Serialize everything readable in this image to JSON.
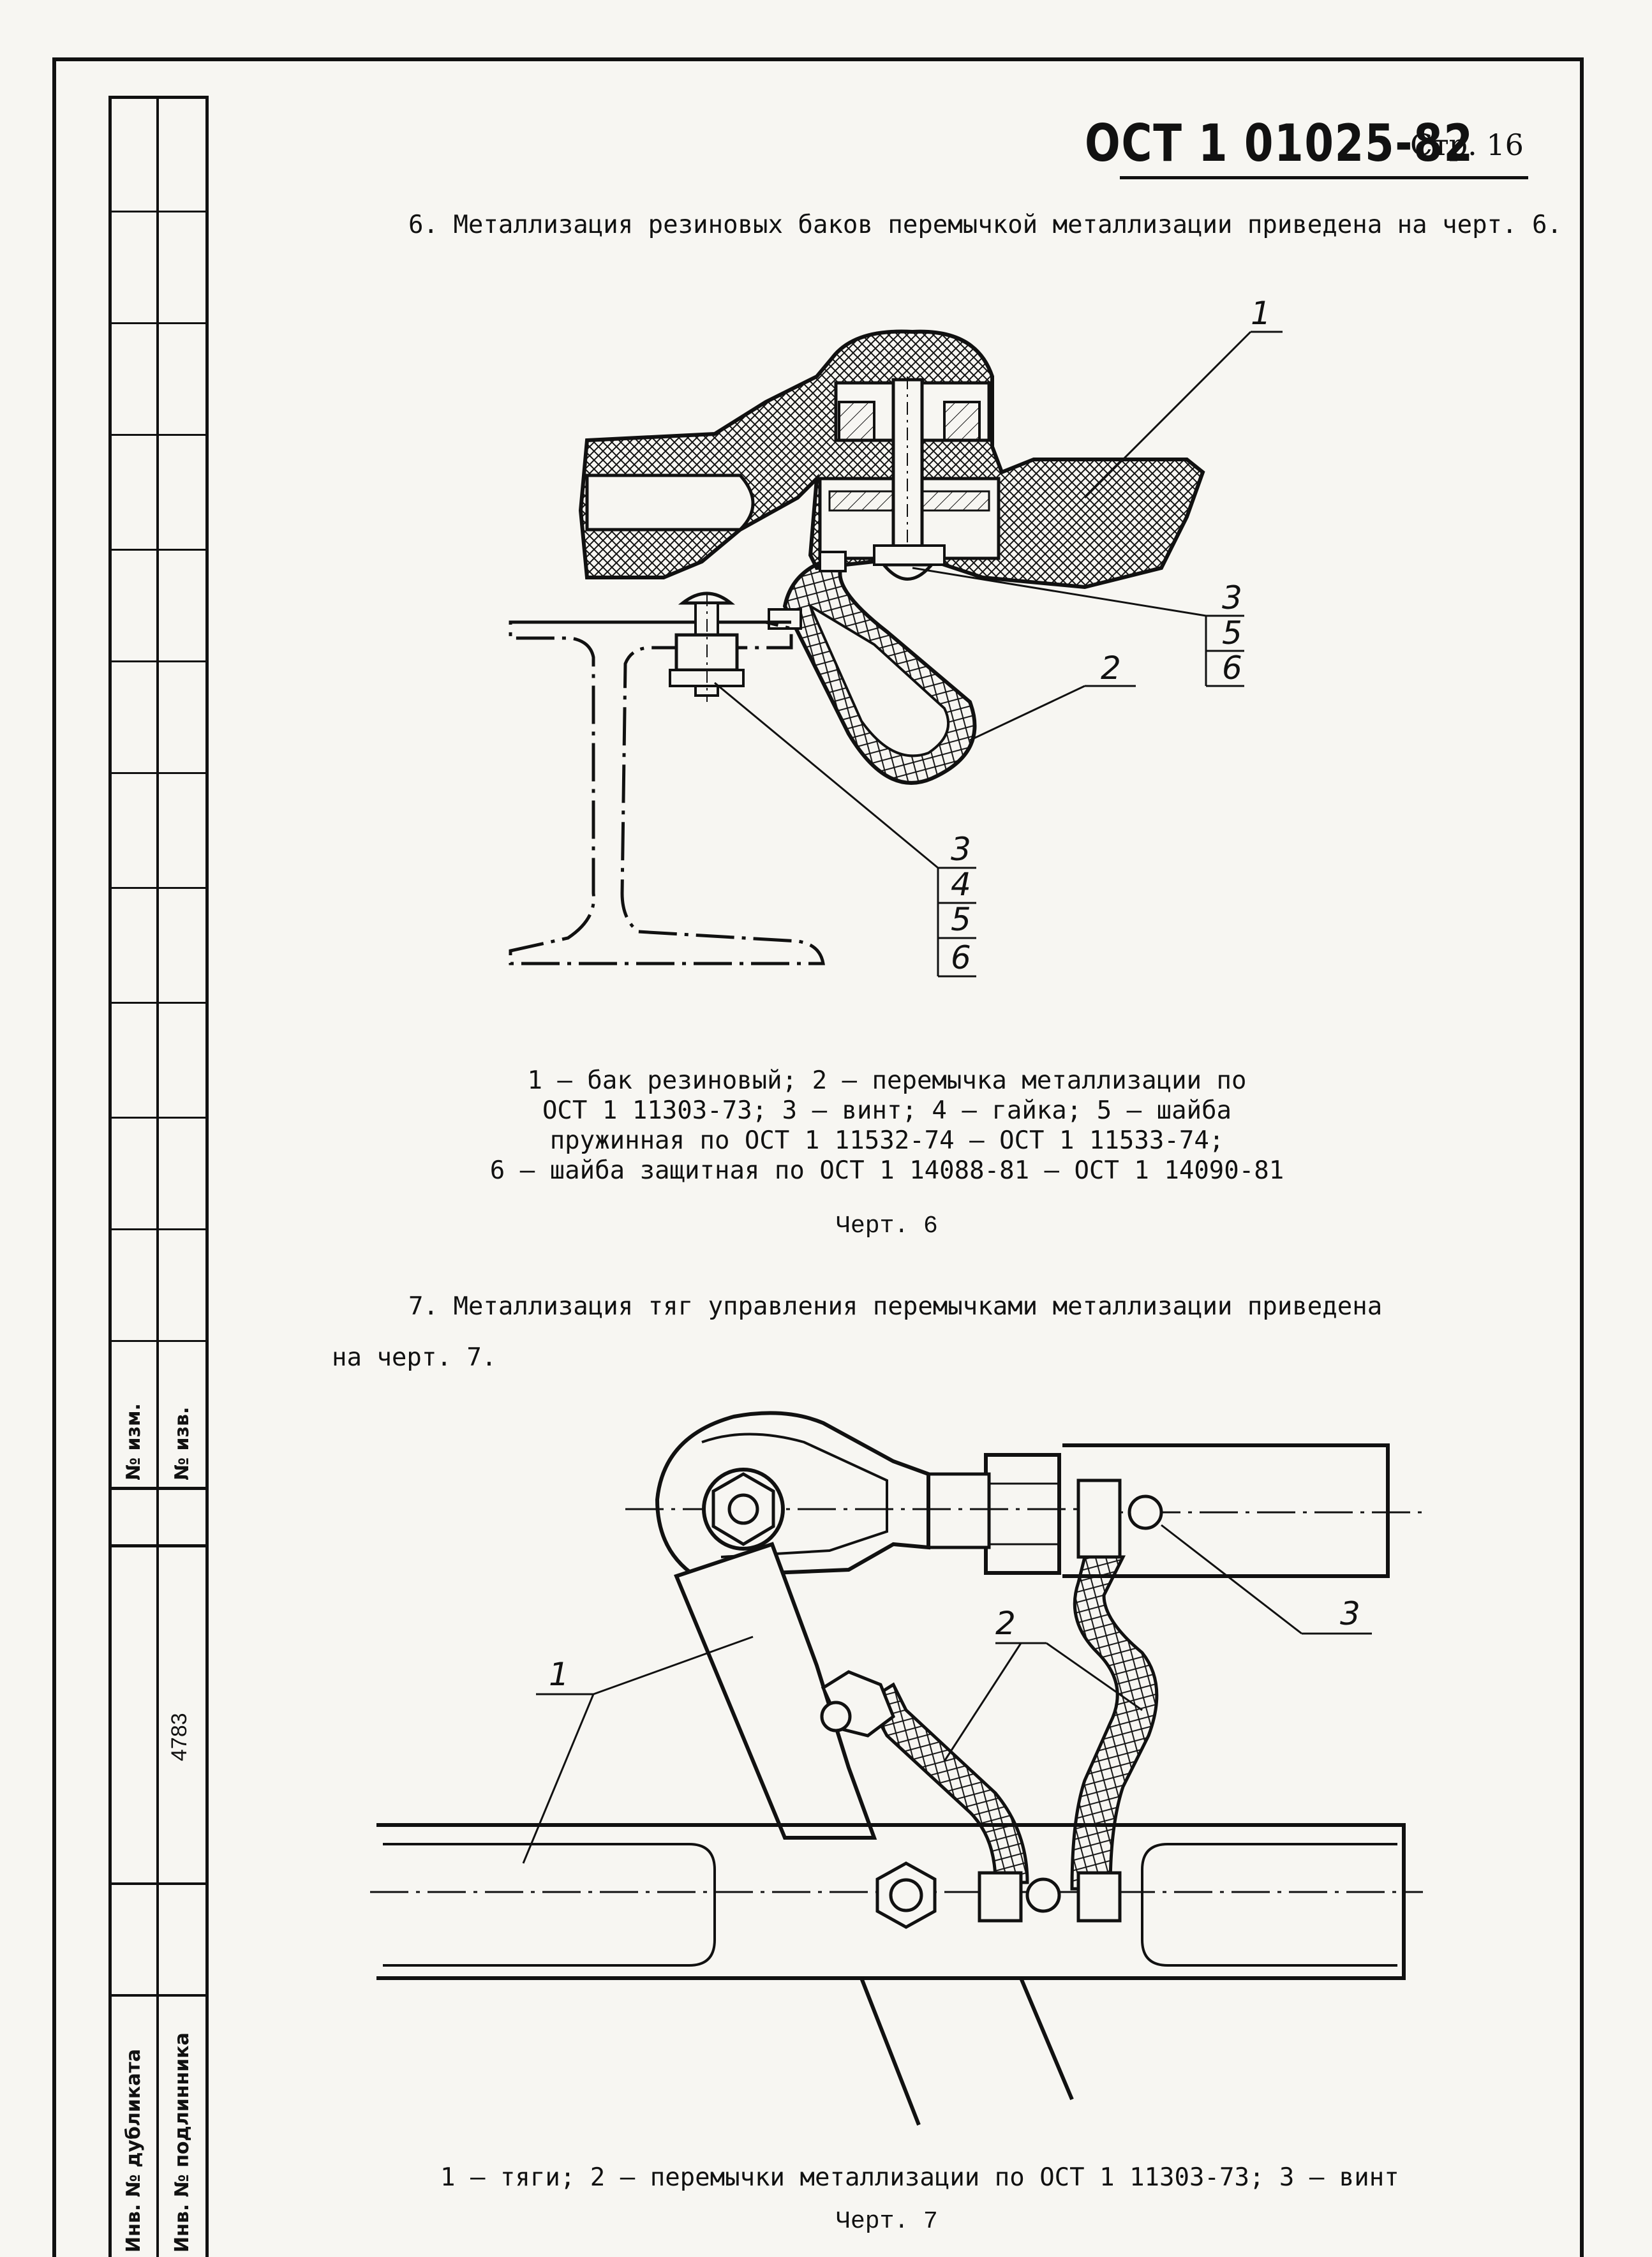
{
  "header": {
    "doc_code": "ОСТ 1 01025-82",
    "page_label": "Стр. 16"
  },
  "stamp": {
    "change_no": "№ изм.",
    "notice_no": "№ изв.",
    "inv_no": "4783",
    "inv_duplicate": "Инв. № дубликата",
    "inv_original": "Инв. № подлинника"
  },
  "section6": {
    "text": "6. Металлизация резиновых баков перемычкой металлизации приведена на черт. 6."
  },
  "figure6": {
    "callouts": {
      "c1": "1",
      "c2": "2",
      "stack_a": [
        "3",
        "5",
        "6"
      ],
      "stack_b": [
        "3",
        "4",
        "5",
        "6"
      ]
    },
    "caption_lines": [
      "1 – бак резиновый; 2 – перемычка металлизации по",
      "ОСТ 1 11303-73; 3 – винт; 4 – гайка; 5 – шайба",
      "пружинная по ОСТ 1 11532-74 – ОСТ 1 11533-74;",
      "6 – шайба защитная по ОСТ 1 14088-81 – ОСТ 1 14090-81"
    ],
    "label": "Черт. 6"
  },
  "section7": {
    "line1": "7. Металлизация тяг управления перемычками металлизации приведена",
    "line2": "на черт. 7."
  },
  "figure7": {
    "callouts": {
      "c1": "1",
      "c2": "2",
      "c3": "3"
    },
    "caption": "1 – тяги; 2 – перемычки металлизации по ОСТ 1 11303-73; 3 – винт",
    "label": "Черт. 7"
  }
}
